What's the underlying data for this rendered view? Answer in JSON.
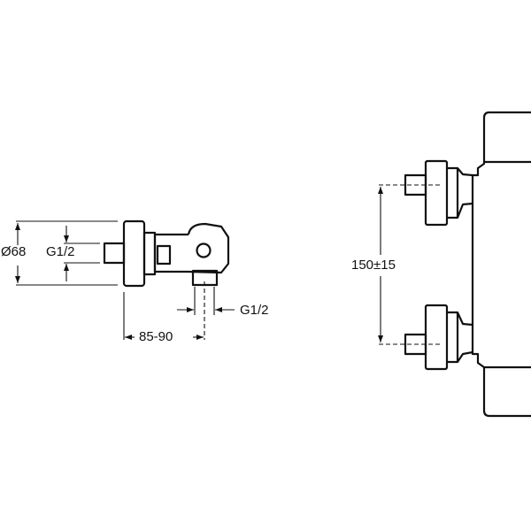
{
  "side_view": {
    "diameter_label": "Ø68",
    "inlet_thread_label": "G1/2",
    "outlet_thread_label": "G1/2",
    "projection_label": "85-90"
  },
  "front_view": {
    "inlet_spacing_label": "150±15"
  }
}
